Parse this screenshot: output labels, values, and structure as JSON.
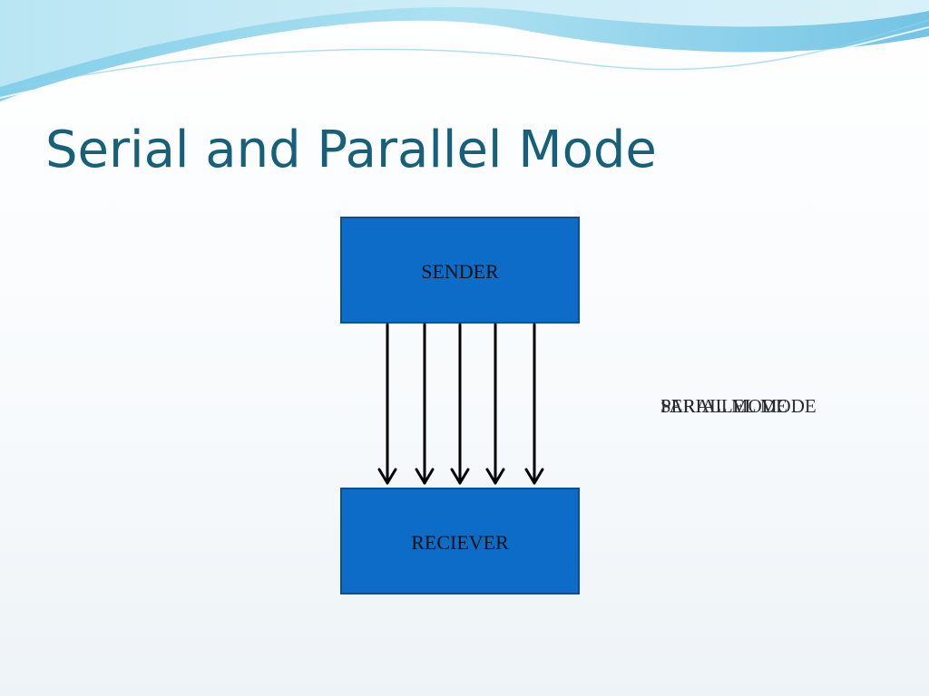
{
  "slide": {
    "title": "Serial and Parallel Mode"
  },
  "diagram": {
    "sender_label": "SENDER",
    "receiver_label": "RECIEVER",
    "arrow_count": 5,
    "overlapping_labels": [
      "SERIAL MODE",
      "PARALLEL MODE"
    ]
  },
  "colors": {
    "title": "#17607a",
    "box_fill": "#0d6cc7",
    "box_border": "#0a4f93",
    "arrow": "#000000"
  }
}
